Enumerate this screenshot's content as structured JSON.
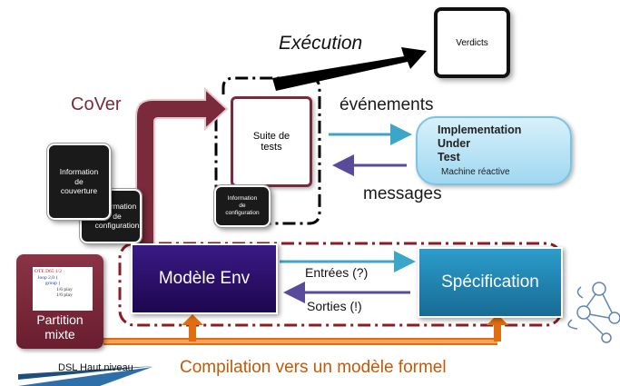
{
  "labels": {
    "execution": "Exécution",
    "verdicts": "Verdicts",
    "cover": "CoVer",
    "evenements": "événements",
    "messages": "messages",
    "suite_tests": "Suite de\ntests",
    "information_couverture": "Information\nde\ncouverture",
    "information_configuration_back": "Information\nde\nconfiguration",
    "information_configuration_small": "Information\nde\nconfiguration",
    "iut": "Implementation\nUnder\nTest",
    "iut_sub": "Machine réactive",
    "modele_env": "Modèle Env",
    "specification": "Spécification",
    "entrees": "Entrées (?)",
    "sorties": "Sorties (!)",
    "partition": "Partition\nmixte",
    "dsl": "DSL Haut niveau",
    "compilation": "Compilation vers un modèle formel",
    "code_lines": [
      "OTE D65 1/2",
      "loop 2,0 {",
      "group {",
      "1/6 play",
      "1/6 play"
    ]
  },
  "colors": {
    "cover": "#7a2a3a",
    "compilation": "#c25a0a",
    "modele_env": "#2b0a6b",
    "specification": "#1f87b4",
    "iut": "#bfe6f7",
    "partition": "#7c2a3b"
  }
}
